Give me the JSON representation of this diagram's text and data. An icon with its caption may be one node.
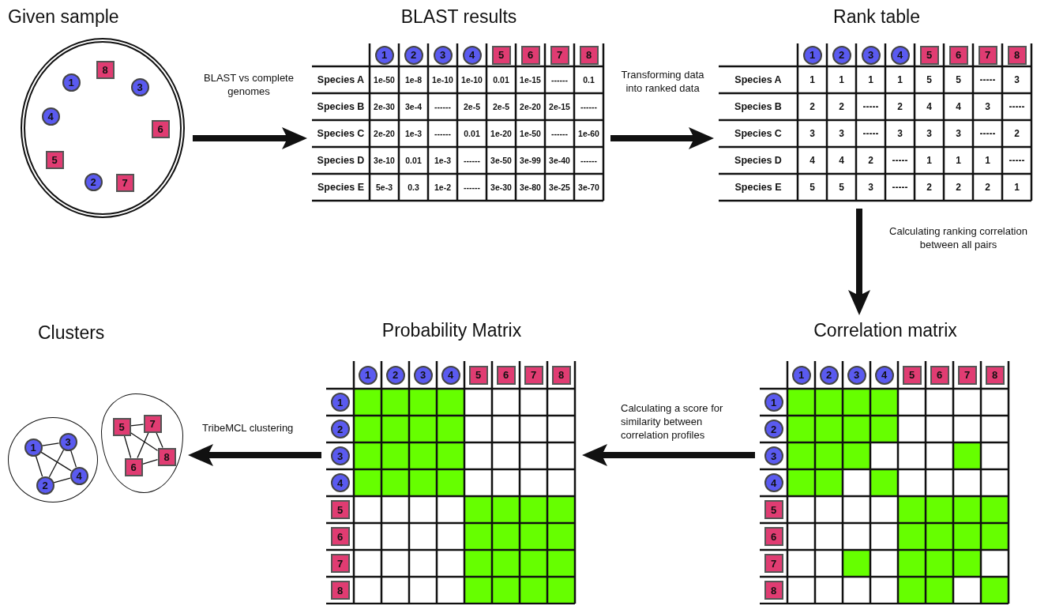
{
  "diagram": {
    "nodes": [
      {
        "text": [
          "Given sample"
        ]
      },
      {
        "text": [
          "8"
        ],
        "in": 0
      },
      {
        "text": [
          "1"
        ],
        "in": 0
      },
      {
        "text": [
          "3"
        ],
        "in": 0
      },
      {
        "text": [
          "4"
        ],
        "in": 0
      },
      {
        "text": [
          "6"
        ],
        "in": 0
      },
      {
        "text": [
          "5"
        ],
        "in": 0
      },
      {
        "text": [
          "2"
        ],
        "in": 0
      },
      {
        "text": [
          "7"
        ],
        "in": 0
      },
      {
        "text": [
          "BLAST results"
        ]
      },
      {
        "text": [
          "1"
        ],
        "in": 9
      },
      {
        "text": [
          "2"
        ],
        "in": 9
      },
      {
        "text": [
          "3"
        ],
        "in": 9
      },
      {
        "text": [
          "4"
        ],
        "in": 9
      },
      {
        "text": [
          "5"
        ],
        "in": 9
      },
      {
        "text": [
          "6"
        ],
        "in": 9
      },
      {
        "text": [
          "7"
        ],
        "in": 9
      },
      {
        "text": [
          "8"
        ],
        "in": 9
      },
      {
        "text": [
          "Rank table"
        ]
      },
      {
        "text": [
          "1"
        ],
        "in": 18
      },
      {
        "text": [
          "2"
        ],
        "in": 18
      },
      {
        "text": [
          "3"
        ],
        "in": 18
      },
      {
        "text": [
          "4"
        ],
        "in": 18
      },
      {
        "text": [
          "5"
        ],
        "in": 18
      },
      {
        "text": [
          "6"
        ],
        "in": 18
      },
      {
        "text": [
          "7"
        ],
        "in": 18
      },
      {
        "text": [
          "8"
        ],
        "in": 18
      },
      {
        "text": [],
        "shape": "circle"
      },
      {
        "text": [
          "3"
        ],
        "in": 27
      },
      {
        "text": [
          "1"
        ],
        "in": 27
      },
      {
        "text": [
          "4"
        ],
        "in": 27
      },
      {
        "text": [
          "2"
        ],
        "in": 27
      },
      {
        "text": [],
        "shape": "circle"
      },
      {
        "text": [
          "7"
        ],
        "in": 32
      },
      {
        "text": [
          "5"
        ],
        "in": 32
      },
      {
        "text": [
          "8"
        ],
        "in": 32
      },
      {
        "text": [
          "6"
        ],
        "in": 32
      },
      {
        "text": [
          "Probability Matrix"
        ]
      },
      {
        "text": [
          "1"
        ],
        "in": 37
      },
      {
        "text": [
          "2"
        ],
        "in": 37
      },
      {
        "text": [
          "3"
        ],
        "in": 37
      },
      {
        "text": [
          "4"
        ],
        "in": 37
      },
      {
        "text": [
          "5"
        ],
        "in": 37
      },
      {
        "text": [
          "6"
        ],
        "in": 37
      },
      {
        "text": [
          "7"
        ],
        "in": 37
      },
      {
        "text": [
          "8"
        ],
        "in": 37
      },
      {
        "text": [
          "1"
        ],
        "in": 37
      },
      {
        "text": [
          "2"
        ],
        "in": 37
      },
      {
        "text": [
          "3"
        ],
        "in": 37
      },
      {
        "text": [
          "4"
        ],
        "in": 37
      },
      {
        "text": [
          "5"
        ],
        "in": 37
      },
      {
        "text": [
          "6"
        ],
        "in": 37
      },
      {
        "text": [
          "7"
        ],
        "in": 37
      },
      {
        "text": [
          "8"
        ],
        "in": 37
      },
      {
        "text": [
          "Correlation matrix"
        ]
      },
      {
        "text": [
          "1"
        ],
        "in": 54
      },
      {
        "text": [
          "2"
        ],
        "in": 54
      },
      {
        "text": [
          "3"
        ],
        "in": 54
      },
      {
        "text": [
          "4"
        ],
        "in": 54
      },
      {
        "text": [
          "5"
        ],
        "in": 54
      },
      {
        "text": [
          "6"
        ],
        "in": 54
      },
      {
        "text": [
          "7"
        ],
        "in": 54
      },
      {
        "text": [
          "8"
        ],
        "in": 54
      },
      {
        "text": [
          "1"
        ],
        "in": 54
      },
      {
        "text": [
          "2"
        ],
        "in": 54
      },
      {
        "text": [
          "3"
        ],
        "in": 54
      },
      {
        "text": [
          "4"
        ],
        "in": 54
      },
      {
        "text": [
          "5"
        ],
        "in": 54
      },
      {
        "text": [
          "6"
        ],
        "in": 54
      },
      {
        "text": [
          "7"
        ],
        "in": 54
      },
      {
        "text": [
          "8"
        ],
        "in": 54
      }
    ],
    "edges": [
      {
        "from": 0,
        "to": 9,
        "arrow": "to",
        "label": "BLAST vs complete genomes",
        "style": "thick"
      },
      {
        "from": 9,
        "to": 18,
        "arrow": "to",
        "label": "Transforming data into ranked data",
        "style": "thick"
      },
      {
        "from": 18,
        "to": 54,
        "arrow": "to",
        "label": "Calculating ranking correlation between all pairs",
        "style": "thick"
      },
      {
        "from": 54,
        "to": 37,
        "arrow": "to",
        "label": "Calculating a score for similarity between correlation profiles",
        "style": "thick"
      },
      {
        "from": 37,
        "to": 32,
        "arrow": "to",
        "label": "TribeMCL clustering",
        "style": "thick"
      },
      {
        "from": 29,
        "to": 28,
        "arrow": "none"
      },
      {
        "from": 29,
        "to": 30,
        "arrow": "none"
      },
      {
        "from": 29,
        "to": 31,
        "arrow": "none"
      },
      {
        "from": 28,
        "to": 31,
        "arrow": "none"
      },
      {
        "from": 28,
        "to": 30,
        "arrow": "none"
      },
      {
        "from": 31,
        "to": 30,
        "arrow": "none"
      },
      {
        "from": 34,
        "to": 33,
        "arrow": "none"
      },
      {
        "from": 34,
        "to": 35,
        "arrow": "none"
      },
      {
        "from": 34,
        "to": 36,
        "arrow": "none"
      },
      {
        "from": 33,
        "to": 35,
        "arrow": "none"
      },
      {
        "from": 33,
        "to": 36,
        "arrow": "none"
      },
      {
        "from": 36,
        "to": 35,
        "arrow": "none"
      }
    ],
    "labels": [
      "Species A",
      "1e-50",
      "1e-8",
      "1e-10",
      "1e-10",
      "0.01",
      "1e-15",
      "------",
      "0.1",
      "Species B",
      "2e-30",
      "3e-4",
      "------",
      "2e-5",
      "2e-5",
      "2e-20",
      "2e-15",
      "------",
      "Species C",
      "2e-20",
      "1e-3",
      "------",
      "0.01",
      "1e-20",
      "1e-50",
      "------",
      "1e-60",
      "Species D",
      "3e-10",
      "0.01",
      "1e-3",
      "------",
      "3e-50",
      "3e-99",
      "3e-40",
      "------",
      "Species E",
      "5e-3",
      "0.3",
      "1e-2",
      "------",
      "3e-30",
      "3e-80",
      "3e-25",
      "3e-70",
      "Species A",
      "1",
      "1",
      "1",
      "1",
      "5",
      "5",
      "-----",
      "3",
      "Species B",
      "2",
      "2",
      "-----",
      "2",
      "4",
      "4",
      "3",
      "-----",
      "Species C",
      "3",
      "3",
      "-----",
      "3",
      "3",
      "3",
      "-----",
      "2",
      "Species D",
      "4",
      "4",
      "2",
      "-----",
      "1",
      "1",
      "1",
      "-----",
      "Species E",
      "5",
      "5",
      "3",
      "-----",
      "2",
      "2",
      "2",
      "1",
      "Clusters"
    ]
  }
}
